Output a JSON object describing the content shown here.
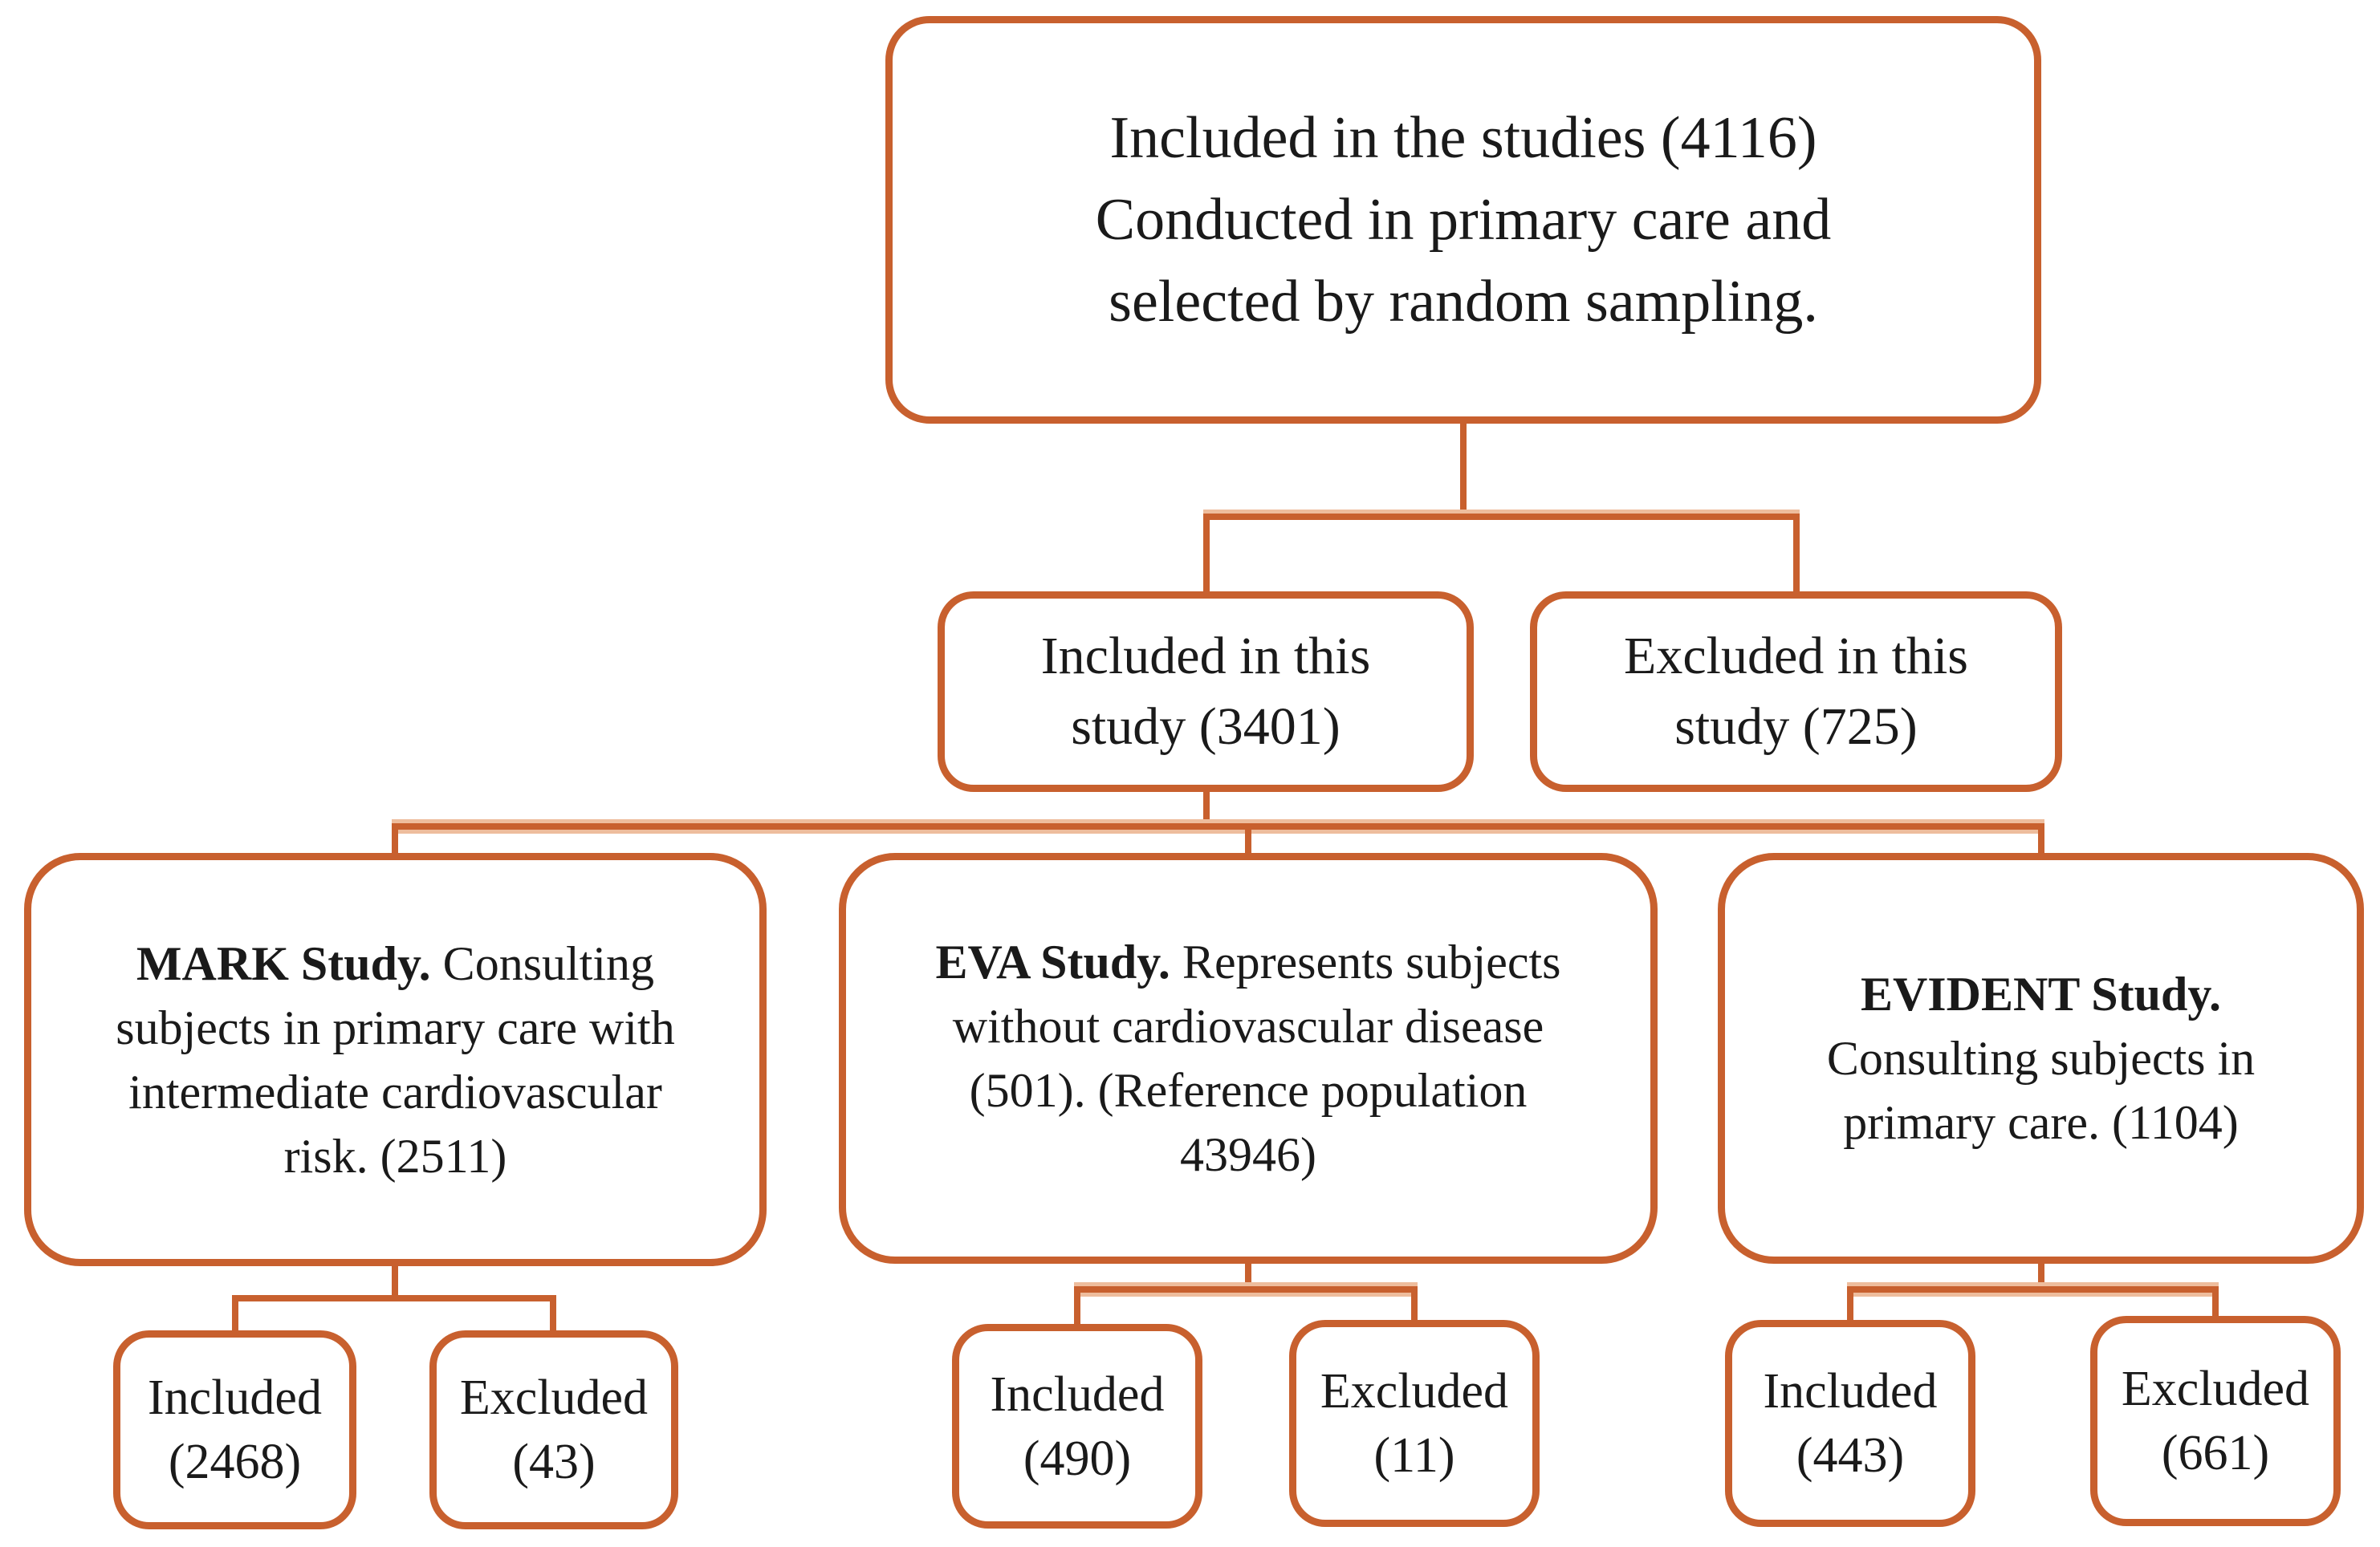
{
  "diagram": {
    "colors": {
      "box_border": "#c8602e",
      "connector": "#c8602e",
      "connector_halo": "#eebd9d",
      "text": "#1a1a1a",
      "background": "#ffffff"
    },
    "root": {
      "lines": [
        "Included in the studies (4116)",
        "Conducted in primary care and",
        "selected by random sampling."
      ]
    },
    "branches": [
      {
        "lines": [
          "Included in this",
          "study (3401)"
        ]
      },
      {
        "lines": [
          "Excluded in this",
          "study (725)"
        ]
      }
    ],
    "studies": [
      {
        "name": "MARK Study.",
        "desc_line1_rest": " Consulting",
        "desc_lines": [
          "subjects in primary care with",
          "intermediate cardiovascular",
          "risk. (2511)"
        ],
        "included_lines": [
          "Included",
          "(2468)"
        ],
        "excluded_lines": [
          "Excluded",
          "(43)"
        ]
      },
      {
        "name": "EVA Study.",
        "desc_line1_rest": " Represents subjects",
        "desc_lines": [
          "without cardiovascular disease",
          "(501). (Reference population",
          "43946)"
        ],
        "included_lines": [
          "Included",
          "(490)"
        ],
        "excluded_lines": [
          "Excluded",
          "(11)"
        ]
      },
      {
        "name": "EVIDENT Study.",
        "desc_line1_rest": "",
        "desc_lines": [
          "Consulting subjects in",
          "primary care. (1104)"
        ],
        "included_lines": [
          "Included",
          "(443)"
        ],
        "excluded_lines": [
          "Excluded",
          "(661)"
        ]
      }
    ]
  }
}
